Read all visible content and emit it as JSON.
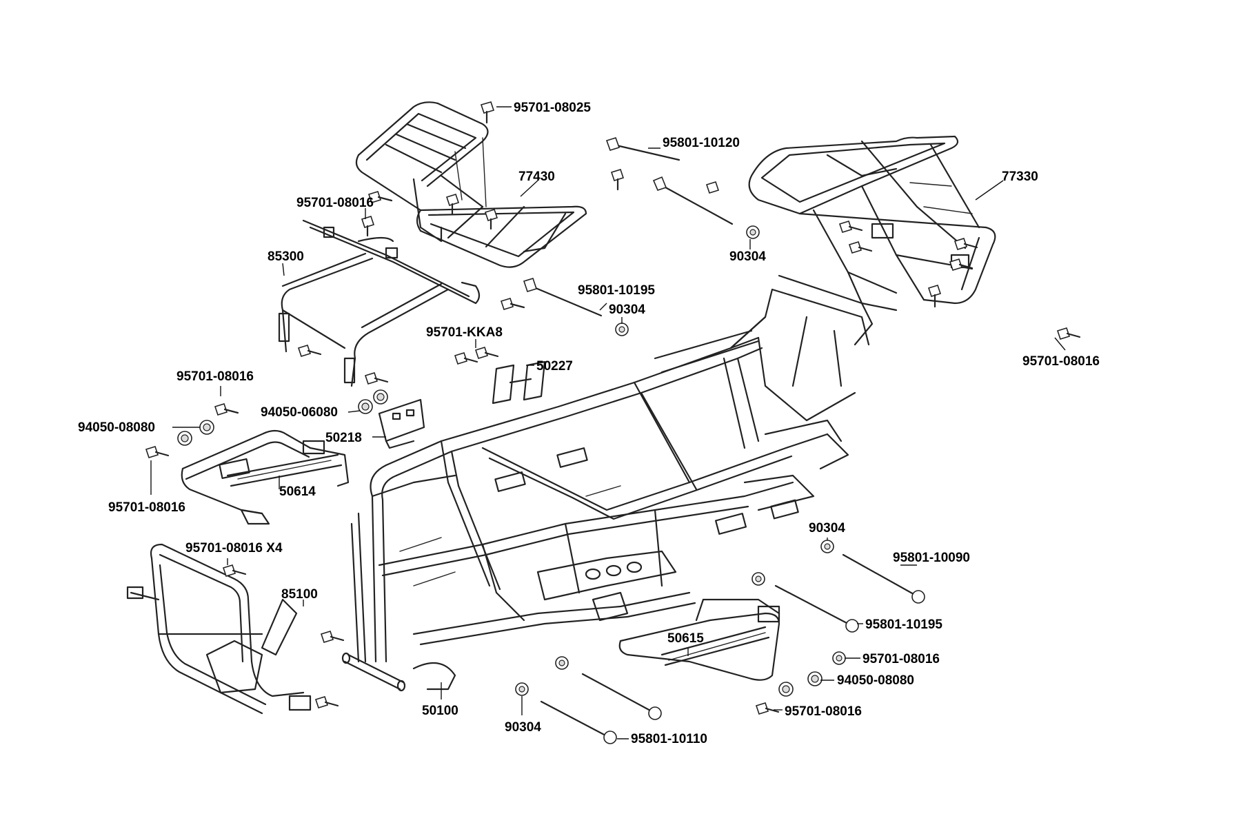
{
  "labels": {
    "p95701_08025_top": "95701-08025",
    "p95801_10120": "95801-10120",
    "p77430": "77430",
    "p77330": "77330",
    "p95701_08016_85300": "95701-08016",
    "p85300": "85300",
    "p90304_top": "90304",
    "p95801_10195_top": "95801-10195",
    "p90304_mid": "90304",
    "p95701_KKA8": "95701-KKA8",
    "p50227": "50227",
    "p95701_08016_right": "95701-08016",
    "p95701_08016_left": "95701-08016",
    "p94050_06080": "94050-06080",
    "p94050_08080_left": "94050-08080",
    "p50218": "50218",
    "p50614": "50614",
    "p95701_08016_lower_left": "95701-08016",
    "p95701_08016_x4": "95701-08016 X4",
    "p85100": "85100",
    "p90304_right": "90304",
    "p95801_10090": "95801-10090",
    "p95801_10195_bottom": "95801-10195",
    "p50615": "50615",
    "p95701_08016_br1": "95701-08016",
    "p94050_08080_right": "94050-08080",
    "p95701_08016_br2": "95701-08016",
    "p50100": "50100",
    "p90304_bottom": "90304",
    "p95801_10110": "95801-10110"
  }
}
